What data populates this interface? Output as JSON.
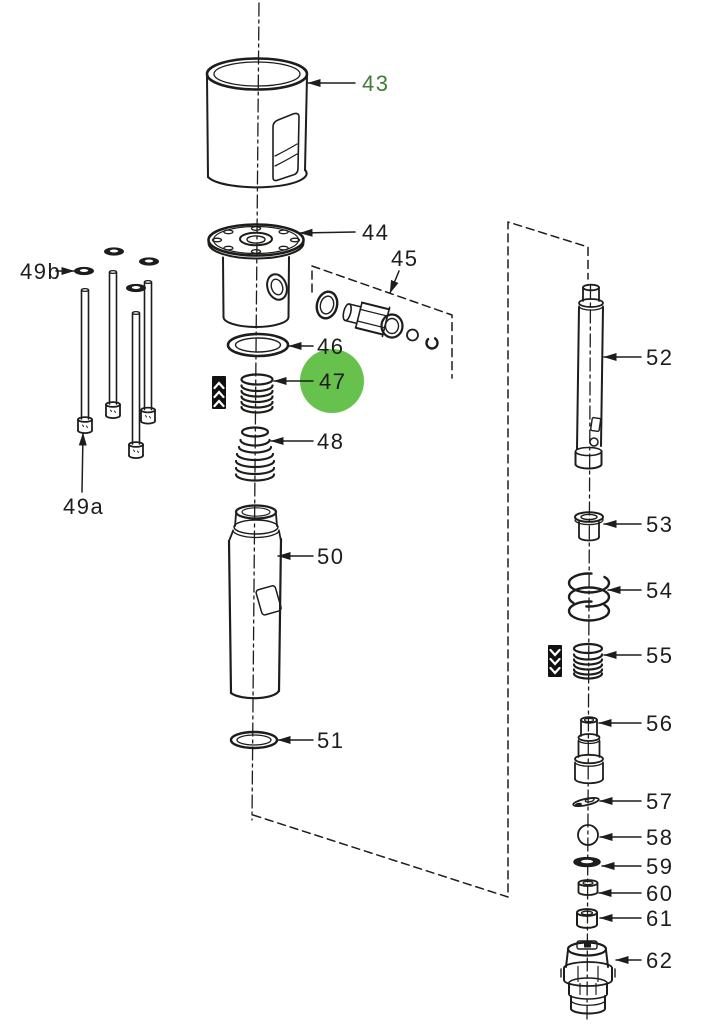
{
  "diagram": {
    "kind": "exploded-parts-drawing",
    "background_color": "#ffffff",
    "line_color": "#1d1d1b",
    "accent_label_color": "#3f7d37",
    "highlight": {
      "part_id": "47",
      "circle_color": "#67c24d"
    },
    "parts": [
      {
        "id": "43",
        "label": "43",
        "color": "#3f7d37"
      },
      {
        "id": "44",
        "label": "44",
        "color": "#1d1d1b"
      },
      {
        "id": "45",
        "label": "45",
        "color": "#1d1d1b"
      },
      {
        "id": "46",
        "label": "46",
        "color": "#1d1d1b"
      },
      {
        "id": "47",
        "label": "47",
        "color": "#1d1d1b"
      },
      {
        "id": "48",
        "label": "48",
        "color": "#1d1d1b"
      },
      {
        "id": "49a",
        "label": "49a",
        "color": "#1d1d1b"
      },
      {
        "id": "49b",
        "label": "49b",
        "color": "#1d1d1b"
      },
      {
        "id": "50",
        "label": "50",
        "color": "#1d1d1b"
      },
      {
        "id": "51",
        "label": "51",
        "color": "#1d1d1b"
      },
      {
        "id": "52",
        "label": "52",
        "color": "#1d1d1b"
      },
      {
        "id": "53",
        "label": "53",
        "color": "#1d1d1b"
      },
      {
        "id": "54",
        "label": "54",
        "color": "#1d1d1b"
      },
      {
        "id": "55",
        "label": "55",
        "color": "#1d1d1b"
      },
      {
        "id": "56",
        "label": "56",
        "color": "#1d1d1b"
      },
      {
        "id": "57",
        "label": "57",
        "color": "#1d1d1b"
      },
      {
        "id": "58",
        "label": "58",
        "color": "#1d1d1b"
      },
      {
        "id": "59",
        "label": "59",
        "color": "#1d1d1b"
      },
      {
        "id": "60",
        "label": "60",
        "color": "#1d1d1b"
      },
      {
        "id": "61",
        "label": "61",
        "color": "#1d1d1b"
      },
      {
        "id": "62",
        "label": "62",
        "color": "#1d1d1b"
      }
    ],
    "icons": [
      {
        "name": "grease-chevrons-up-icon"
      },
      {
        "name": "grease-chevrons-down-icon"
      }
    ]
  }
}
